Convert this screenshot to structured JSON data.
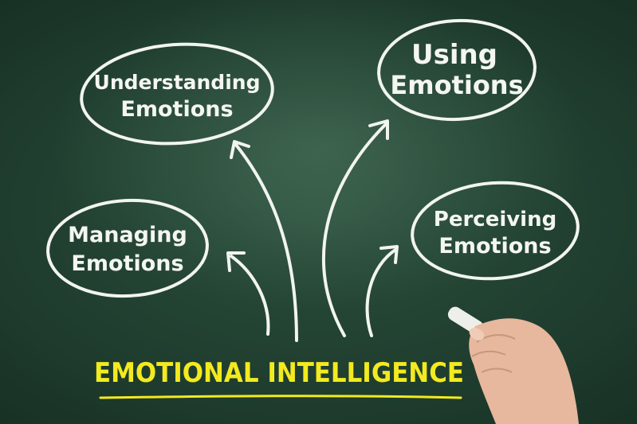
{
  "diagram": {
    "center_label": "EMOTIONAL INTELLIGENCE",
    "nodes": {
      "understanding": {
        "line1": "Understanding",
        "line2": "Emotions"
      },
      "using": {
        "line1": "Using",
        "line2": "Emotions"
      },
      "managing": {
        "line1": "Managing",
        "line2": "Emotions"
      },
      "perceiving": {
        "line1": "Perceiving",
        "line2": "Emotions"
      }
    }
  },
  "colors": {
    "chalkboard": "#1f3d2e",
    "chalk_white": "#f4f6f2",
    "chalk_yellow": "#f3ea1f"
  },
  "icons": {
    "hand": "hand-holding-chalk-icon"
  }
}
